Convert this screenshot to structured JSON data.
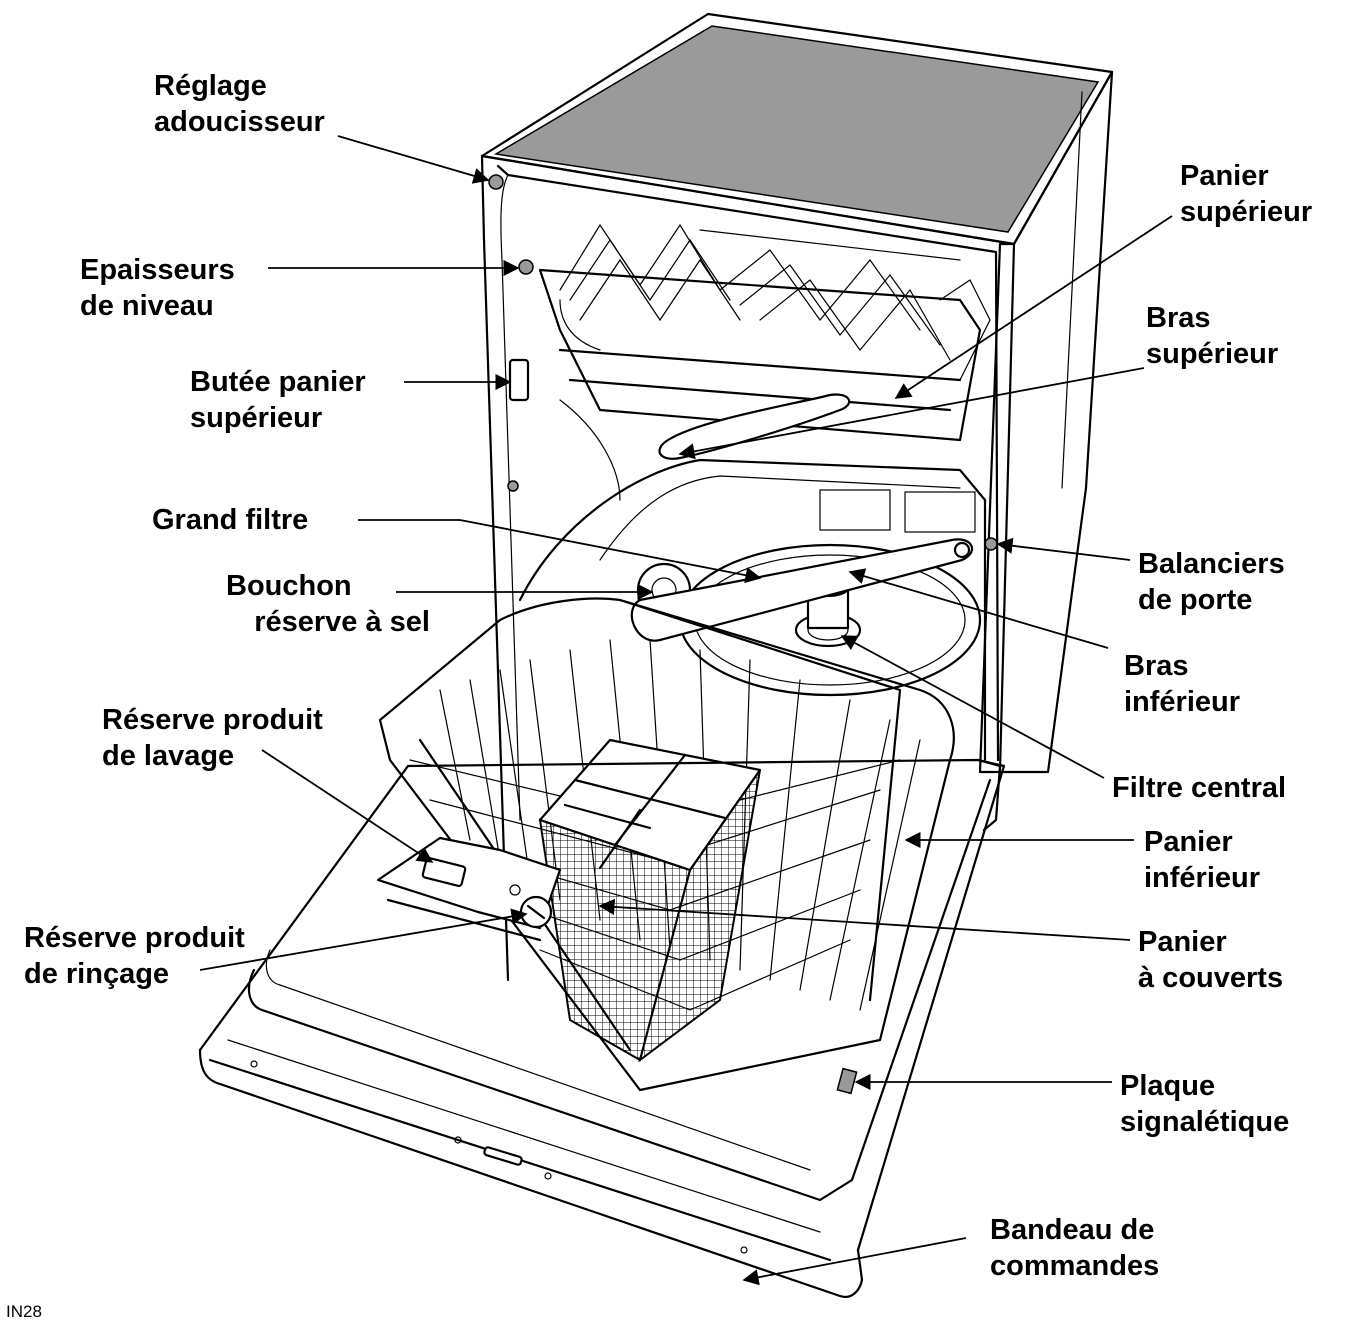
{
  "figure_ref": "IN28",
  "colors": {
    "ink": "#000000",
    "top_panel": "#9a9a9a",
    "paper": "#ffffff"
  },
  "labels": {
    "reglage_adoucisseur": [
      "Réglage",
      "adoucisseur"
    ],
    "epaisseurs_niveau": [
      "Epaisseurs",
      "de niveau"
    ],
    "butee_panier": [
      "Butée panier",
      "supérieur"
    ],
    "grand_filtre": [
      "Grand filtre"
    ],
    "bouchon_sel": [
      "Bouchon",
      "réserve à sel"
    ],
    "reserve_lavage": [
      "Réserve produit",
      "de lavage"
    ],
    "reserve_rincage": [
      "Réserve produit",
      "de rinçage"
    ],
    "panier_superieur": [
      "Panier",
      "supérieur"
    ],
    "bras_superieur": [
      "Bras",
      "supérieur"
    ],
    "balanciers_porte": [
      "Balanciers",
      "de porte"
    ],
    "bras_inferieur": [
      "Bras",
      "inférieur"
    ],
    "filtre_central": [
      "Filtre central"
    ],
    "panier_inferieur": [
      "Panier",
      "inférieur"
    ],
    "panier_couverts": [
      "Panier",
      "à couverts"
    ],
    "plaque_signaletique": [
      "Plaque",
      "signalétique"
    ],
    "bandeau_commandes": [
      "Bandeau de",
      "commandes"
    ]
  }
}
